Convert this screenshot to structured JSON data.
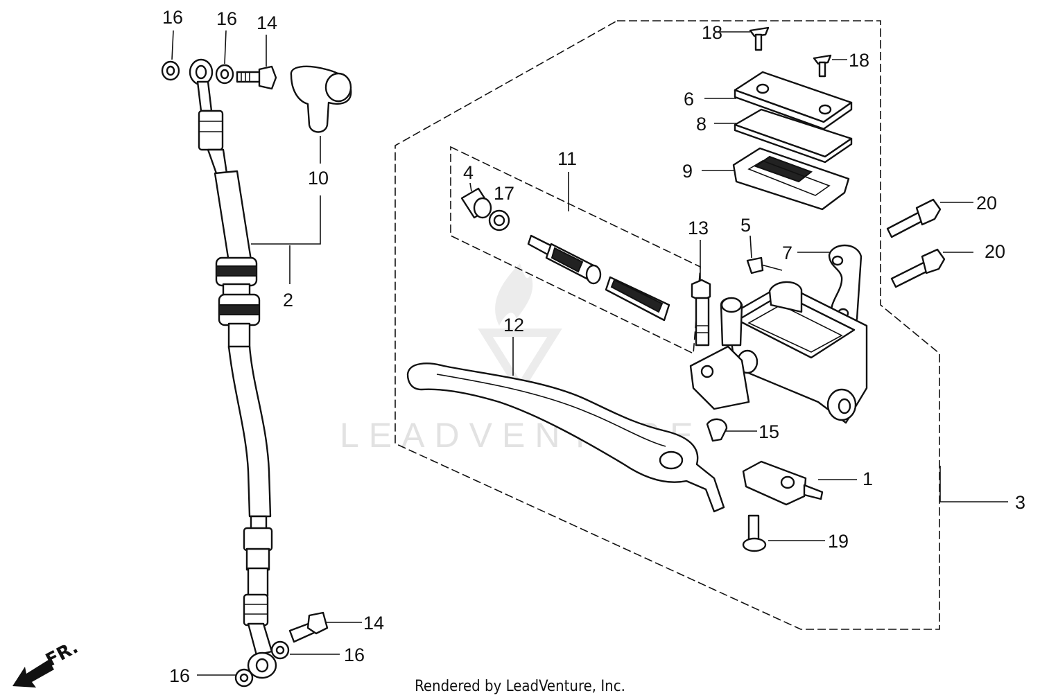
{
  "labels": {
    "l1": "1",
    "l2": "2",
    "l3": "3",
    "l4": "4",
    "l5": "5",
    "l6": "6",
    "l7": "7",
    "l8": "8",
    "l9": "9",
    "l10": "10",
    "l11": "11",
    "l12": "12",
    "l13": "13",
    "l14a": "14",
    "l14b": "14",
    "l15": "15",
    "l16a": "16",
    "l16b": "16",
    "l16c": "16",
    "l16d": "16",
    "l17": "17",
    "l18a": "18",
    "l18b": "18",
    "l19": "19",
    "l20a": "20",
    "l20b": "20"
  },
  "direction_label": "FR.",
  "watermark": "LEADVENTURE",
  "footer": "Rendered by LeadVenture, Inc."
}
